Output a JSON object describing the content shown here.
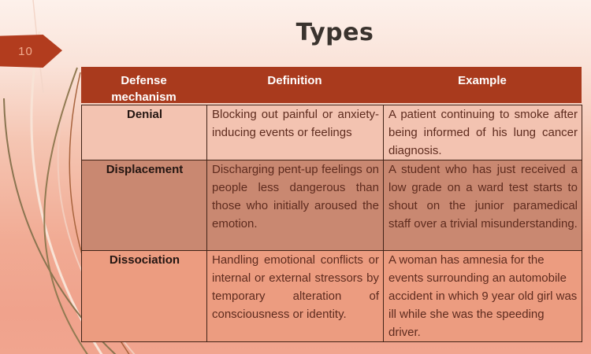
{
  "slide": {
    "number": "10",
    "title": "Types"
  },
  "table": {
    "headers": {
      "mechanism": "Defense mechanism",
      "definition": "Definition",
      "example": "Example"
    },
    "rows": [
      {
        "mechanism": "Denial",
        "definition": "Blocking out painful or anxiety-inducing events or feelings",
        "example": "A patient continuing to smoke after being informed of his lung cancer diagnosis."
      },
      {
        "mechanism": "Displacement",
        "definition": "Discharging pent-up feelings on people less dangerous than those who initially aroused the emotion.",
        "example": "A student who has just received a low grade on a ward test starts to shout on the junior paramedical staff over a trivial misunderstanding."
      },
      {
        "mechanism": "Dissociation",
        "definition": "Handling emotional conflicts or internal or external stressors by temporary alteration of consciousness or identity.",
        "example": "A woman has amnesia for the events surrounding an automobile accident in which 9 year old girl was ill while she was the speeding driver."
      }
    ]
  },
  "colors": {
    "header_bg": "#a93a1d",
    "header_text": "#ffffff",
    "row_bg_1": "#f3c3b1",
    "row_bg_2": "#c98871",
    "row_bg_3": "#ec9c80",
    "accent": "#b23c1e",
    "body_text": "#5e2b1e",
    "title_text": "#3a332e"
  }
}
